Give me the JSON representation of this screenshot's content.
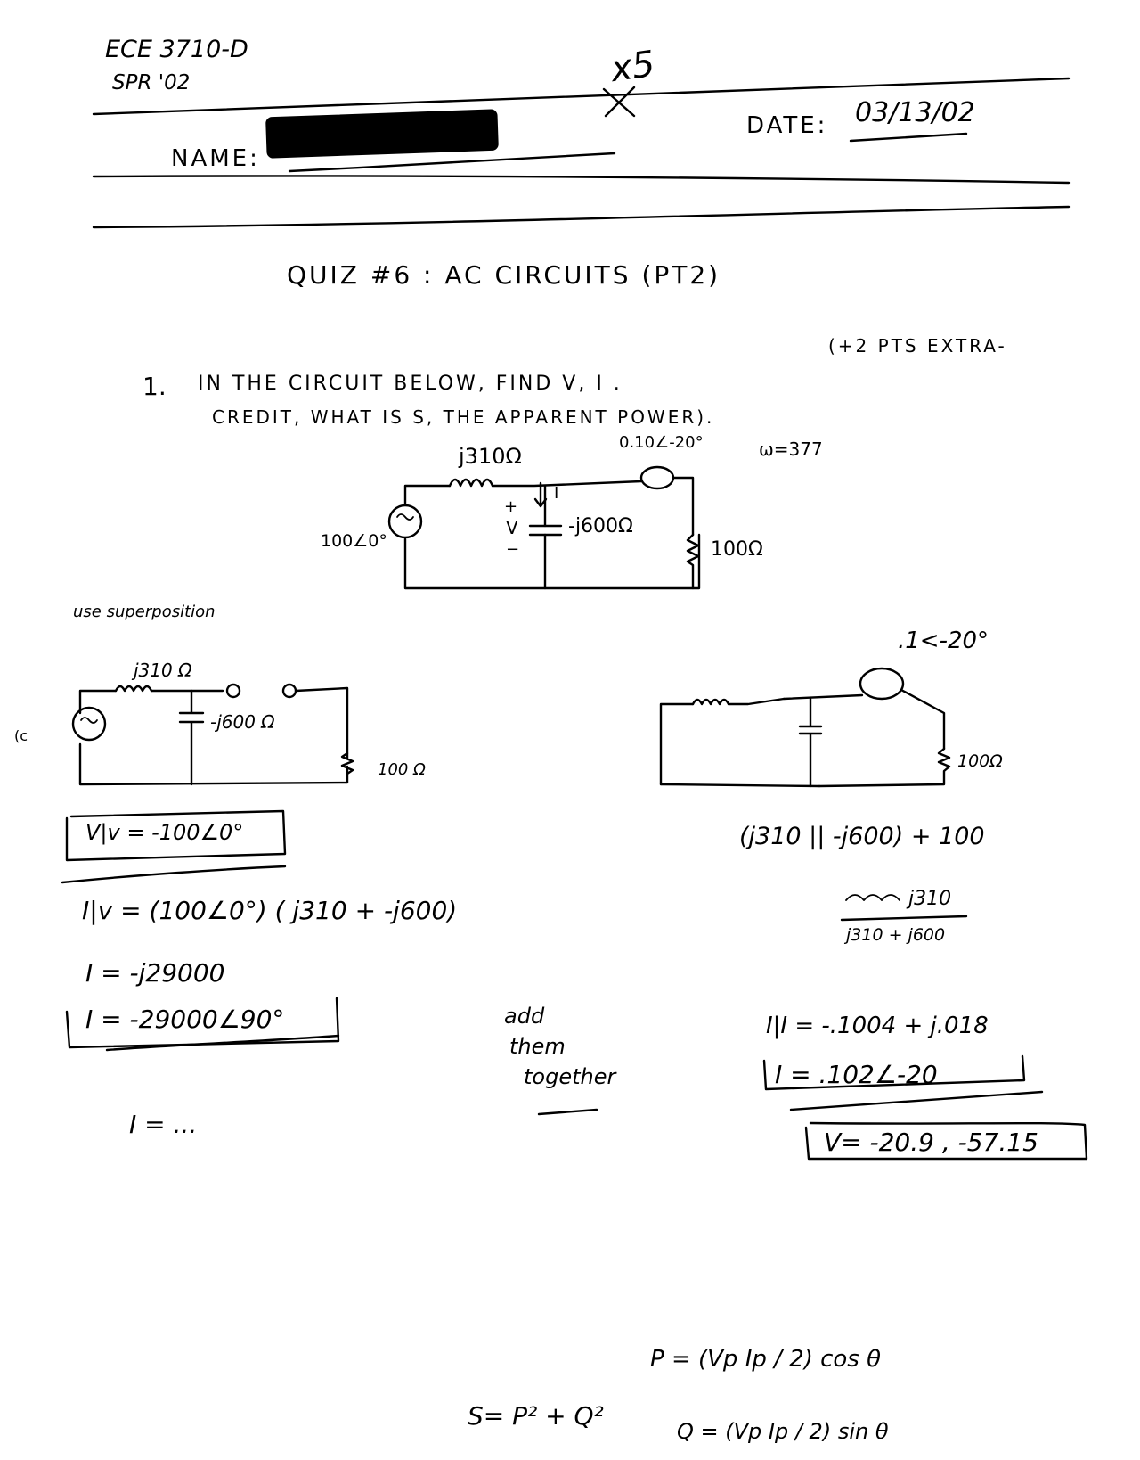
{
  "header": {
    "course": "ECE 3710-D",
    "term": "SPR '02",
    "name_label": "NAME:",
    "date_label": "DATE:",
    "date_value": "03/13/02",
    "score_mark": "x5"
  },
  "title": "QUIZ #6 :  AC  CIRCUITS (PT2)",
  "problem": {
    "number": "1.",
    "line1": "IN THE CIRCUIT BELOW, FIND  V, I .",
    "line1_extra": "(+2 PTS EXTRA-",
    "line2": "CREDIT,  WHAT IS  S, THE APPARENT POWER)."
  },
  "circuit_main": {
    "inductor": "j310Ω",
    "current_source": "0.10∠-20°",
    "omega": "ω=377",
    "voltage_source": "100∠0°",
    "capacitor": "-j600Ω",
    "resistor": "100Ω",
    "v_label": "V",
    "i_label": "I",
    "plus": "+",
    "minus": "−"
  },
  "work": {
    "method_note": "use superposition",
    "left_circuit": {
      "inductor": "j310 Ω",
      "capacitor": "-j600 Ω",
      "resistor": "100 Ω",
      "margin_mark": "(c"
    },
    "right_circuit": {
      "source": ".1<-20°",
      "resistor": "100Ω"
    },
    "left_eqs": [
      "V|v = -100∠0°",
      "I|v = (100∠0°) ( j310 + -j600)",
      "I = -j29000",
      "I = -29000∠90°",
      "I = ..."
    ],
    "right_eqs": [
      "(j310 || -j600) + 100",
      "j310",
      "j310 + j600",
      "I|I = -.1004 + j.018",
      "I = .102∠-20",
      "V= -20.9 , -57.15"
    ],
    "middle_note": [
      "add",
      "them",
      "together"
    ],
    "power_eqs": {
      "s": "S= P² + Q²",
      "p": "P = (Vp Ip / 2) cos θ",
      "q": "Q = (Vp Ip / 2) sin θ"
    }
  }
}
